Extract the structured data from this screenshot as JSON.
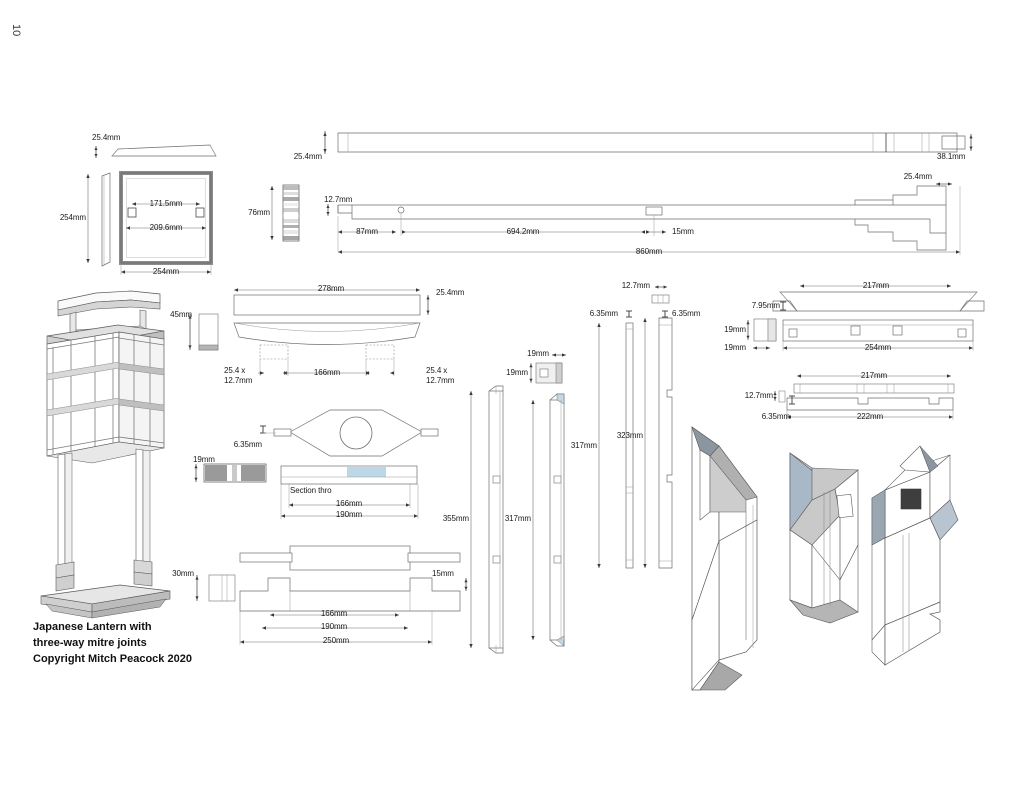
{
  "page": {
    "number": "10"
  },
  "title": {
    "line1": "Japanese Lantern with",
    "line2": "three-way mitre joints",
    "line3": "Copyright Mitch Peacock 2020"
  },
  "drawing": {
    "subject": "Japanese Lantern with three-way mitre joints",
    "units": "mm",
    "section_label": "Section thro"
  },
  "dimensions": {
    "cap_thickness": "25.4mm",
    "cap_height": "254mm",
    "mortise_inner": "171.5mm",
    "mortise_outer": "209.6mm",
    "cap_width": "254mm",
    "stack_height": "76mm",
    "rail_top_height": "25.4mm",
    "rail_end_width": "38.1mm",
    "rail_shoulder": "12.7mm",
    "rail_a": "87mm",
    "rail_b": "694.2mm",
    "rail_c": "15mm",
    "rail_total": "860mm",
    "rail_tenon": "25.4mm",
    "curved_length": "278mm",
    "curved_thickness": "25.4mm",
    "curved_mortise_left": "25.4 x\n12.7mm",
    "curved_mortise_right": "25.4 x\n12.7mm",
    "curved_span": "166mm",
    "small_block_height": "45mm",
    "tenon_6_35": "6.35mm",
    "stretcher_thk": "19mm",
    "stretcher_span": "166mm",
    "stretcher_total": "190mm",
    "foot_height": "30mm",
    "foot_step": "15mm",
    "foot_span": "166mm",
    "foot_mid": "190mm",
    "foot_total": "250mm",
    "post_19_w": "19mm",
    "post_19_h": "19mm",
    "post_355": "355mm",
    "post_317": "317mm",
    "slat_12_7": "12.7mm",
    "slat_6_35_left": "6.35mm",
    "slat_6_35_right": "6.35mm",
    "slat_317": "317mm",
    "slat_323": "323mm",
    "roof_217_top": "217mm",
    "roof_7_95": "7.95mm",
    "roof_19_h": "19mm",
    "roof_19_w": "19mm",
    "roof_254": "254mm",
    "base_217": "217mm",
    "base_12_7": "12.7mm",
    "base_6_35": "6.35mm",
    "base_222": "222mm"
  }
}
